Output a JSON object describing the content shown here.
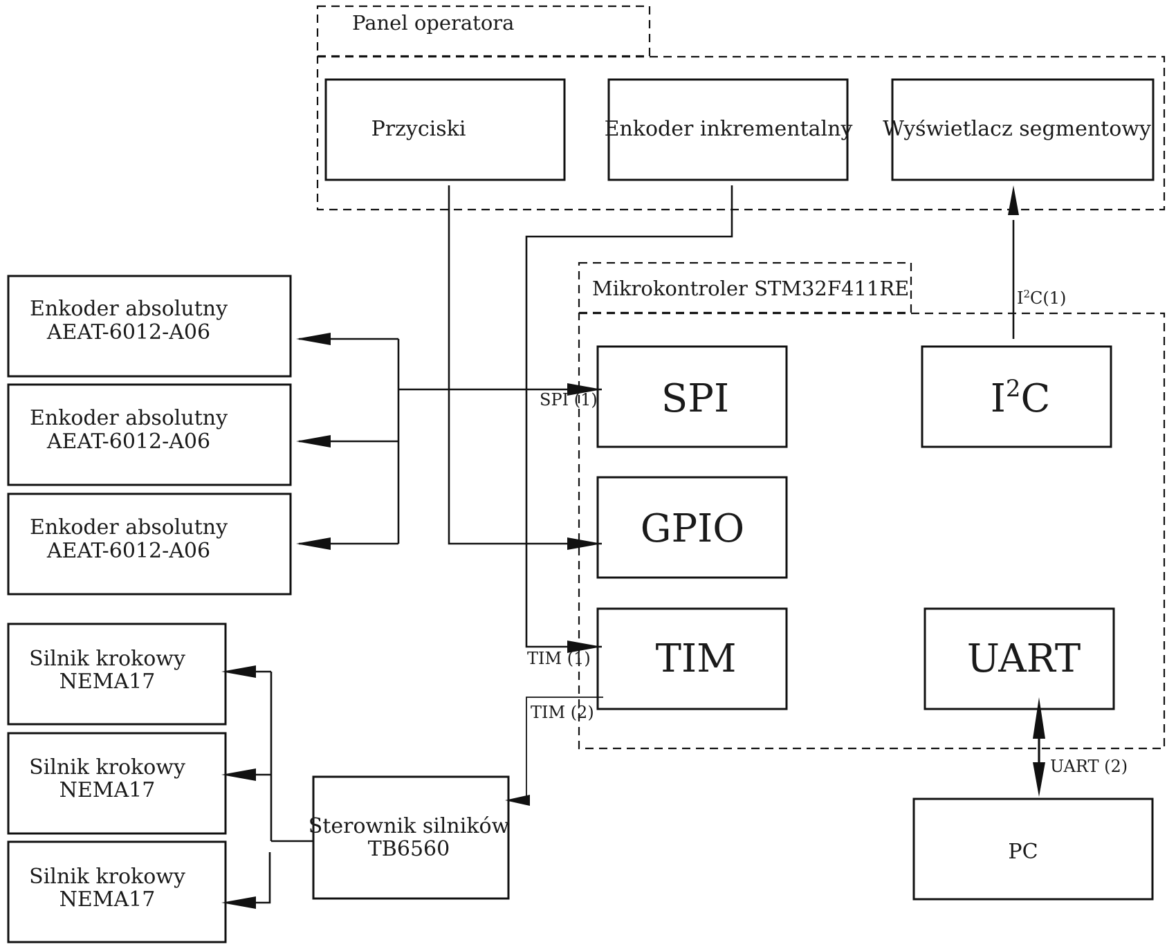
{
  "groups": {
    "panel_title": "Panel operatora",
    "mcu_title": "Mikrokontroler STM32F411RE"
  },
  "panel": {
    "buttons": "Przyciski",
    "incremental_encoder": "Enkoder inkrementalny",
    "segment_display": "Wyświetlacz segmentowy"
  },
  "encoders": [
    {
      "line1": "Enkoder absolutny",
      "line2": "AEAT-6012-A06"
    },
    {
      "line1": "Enkoder absolutny",
      "line2": "AEAT-6012-A06"
    },
    {
      "line1": "Enkoder absolutny",
      "line2": "AEAT-6012-A06"
    }
  ],
  "motors": [
    {
      "line1": "Silnik krokowy",
      "line2": "NEMA17"
    },
    {
      "line1": "Silnik krokowy",
      "line2": "NEMA17"
    },
    {
      "line1": "Silnik krokowy",
      "line2": "NEMA17"
    }
  ],
  "driver": {
    "line1": "Sterownik silników",
    "line2": "TB6560"
  },
  "peripherals": {
    "spi": "SPI",
    "i2c_base": "I",
    "i2c_sup": "2",
    "i2c_end": "C",
    "gpio": "GPIO",
    "tim": "TIM",
    "uart": "UART"
  },
  "pc": "PC",
  "links": {
    "spi": "SPI (1)",
    "tim1": "TIM (1)",
    "tim2": "TIM (2)",
    "uart": "UART (2)",
    "i2c_base": "I",
    "i2c_sup": "2",
    "i2c_end": "C(1)"
  }
}
